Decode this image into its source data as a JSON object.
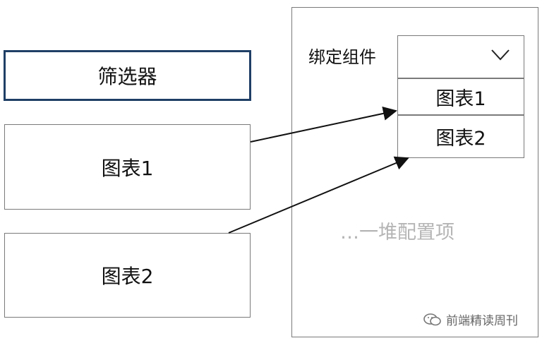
{
  "left": {
    "filter_label": "筛选器",
    "chart1_label": "图表1",
    "chart2_label": "图表2"
  },
  "panel": {
    "bind_label": "绑定组件",
    "dropdown_options": [
      "图表1",
      "图表2"
    ],
    "more_config": "…一堆配置项"
  },
  "watermark": {
    "text": "前端精读周刊",
    "icon": "wechat-icon"
  },
  "colors": {
    "filter_border": "#1f3f66",
    "box_border": "#7a7a7a",
    "muted_text": "#b5b5b5"
  }
}
